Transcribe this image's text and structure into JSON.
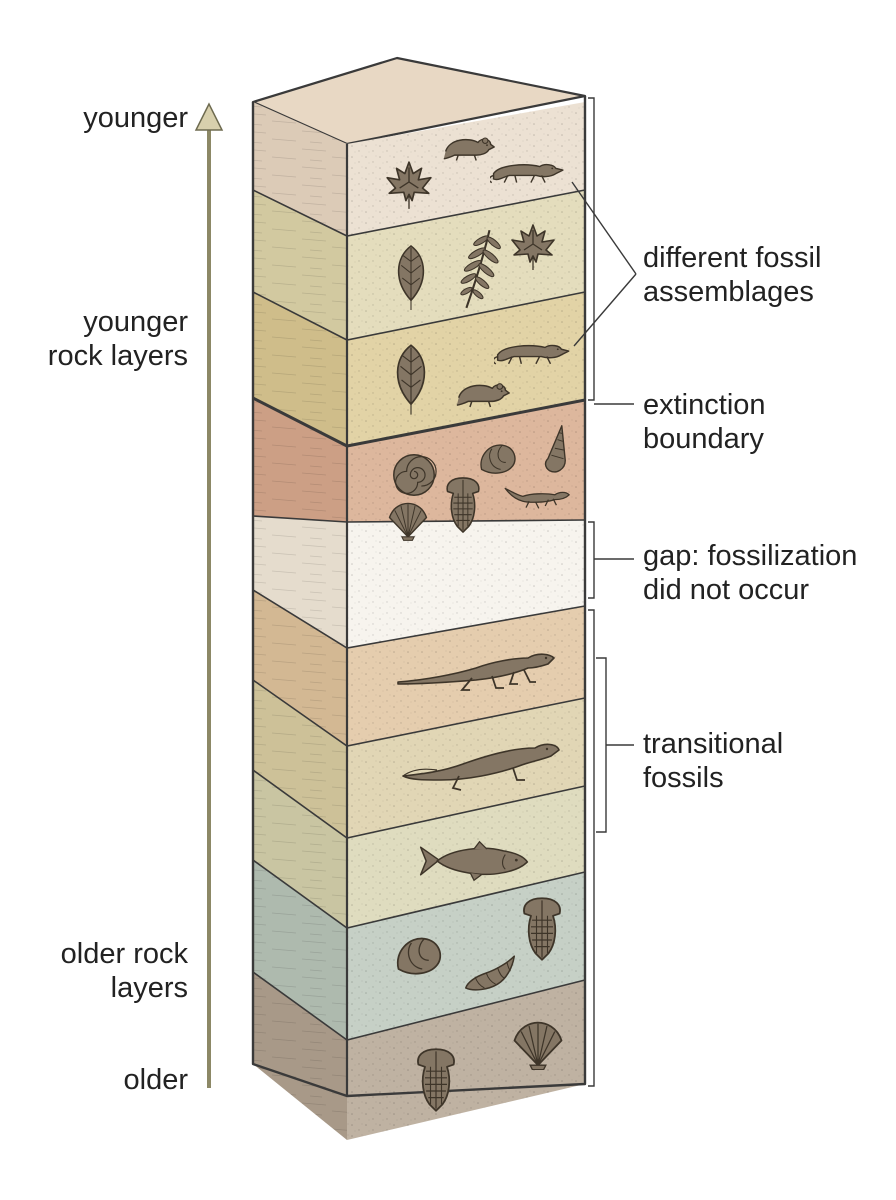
{
  "labels": {
    "younger": "younger",
    "younger_layers": "younger\nrock layers",
    "older_layers": "older rock\nlayers",
    "older": "older",
    "assemblages": "different fossil\nassemblages",
    "extinction": "extinction\nboundary",
    "gap": "gap: fossilization\ndid not occur",
    "transitional": "transitional\nfossils"
  },
  "layers": [
    {
      "id": "L1",
      "front": "#ece1d3",
      "side": "#dccbb7",
      "fossils": [
        "maple-leaf-icon",
        "rodent-icon",
        "mammal-icon"
      ]
    },
    {
      "id": "L2",
      "front": "#e4ddbd",
      "side": "#d2c9a0",
      "fossils": [
        "leaf-icon",
        "fern-icon",
        "maple-leaf-icon"
      ]
    },
    {
      "id": "L3",
      "front": "#e2d3a6",
      "side": "#cfbd8a",
      "fossils": [
        "leaf-icon",
        "rodent-icon",
        "mammal-icon"
      ]
    },
    {
      "id": "L4",
      "front": "#ddb79d",
      "side": "#cc9f85",
      "fossils": [
        "ammonite-icon",
        "snail-shell-icon",
        "cone-shell-icon",
        "scallop-shell-icon",
        "trilobite-icon",
        "lizard-icon"
      ]
    },
    {
      "id": "L5",
      "front": "#f7f4ee",
      "side": "#e5dccd",
      "fossils": []
    },
    {
      "id": "L6",
      "front": "#e5cdae",
      "side": "#d3b893",
      "fossils": [
        "reptile-icon"
      ]
    },
    {
      "id": "L7",
      "front": "#e1d6b5",
      "side": "#cdc198",
      "fossils": [
        "amphibian-icon"
      ]
    },
    {
      "id": "L8",
      "front": "#dfdcbf",
      "side": "#c9c5a2",
      "fossils": [
        "fish-icon"
      ]
    },
    {
      "id": "L9",
      "front": "#c6d0c6",
      "side": "#aebaae",
      "fossils": [
        "snail-shell-icon",
        "spiral-shell-icon",
        "trilobite-icon"
      ]
    },
    {
      "id": "L10",
      "front": "#bfb2a2",
      "side": "#a89988",
      "fossils": [
        "trilobite-icon",
        "scallop-shell-icon"
      ]
    }
  ],
  "colors": {
    "ink": "#3a3a3a",
    "fossil": "#847664",
    "fossil_outline": "#3e3529",
    "arrow": "#8c8866",
    "top_face": "#e8d8c4"
  }
}
